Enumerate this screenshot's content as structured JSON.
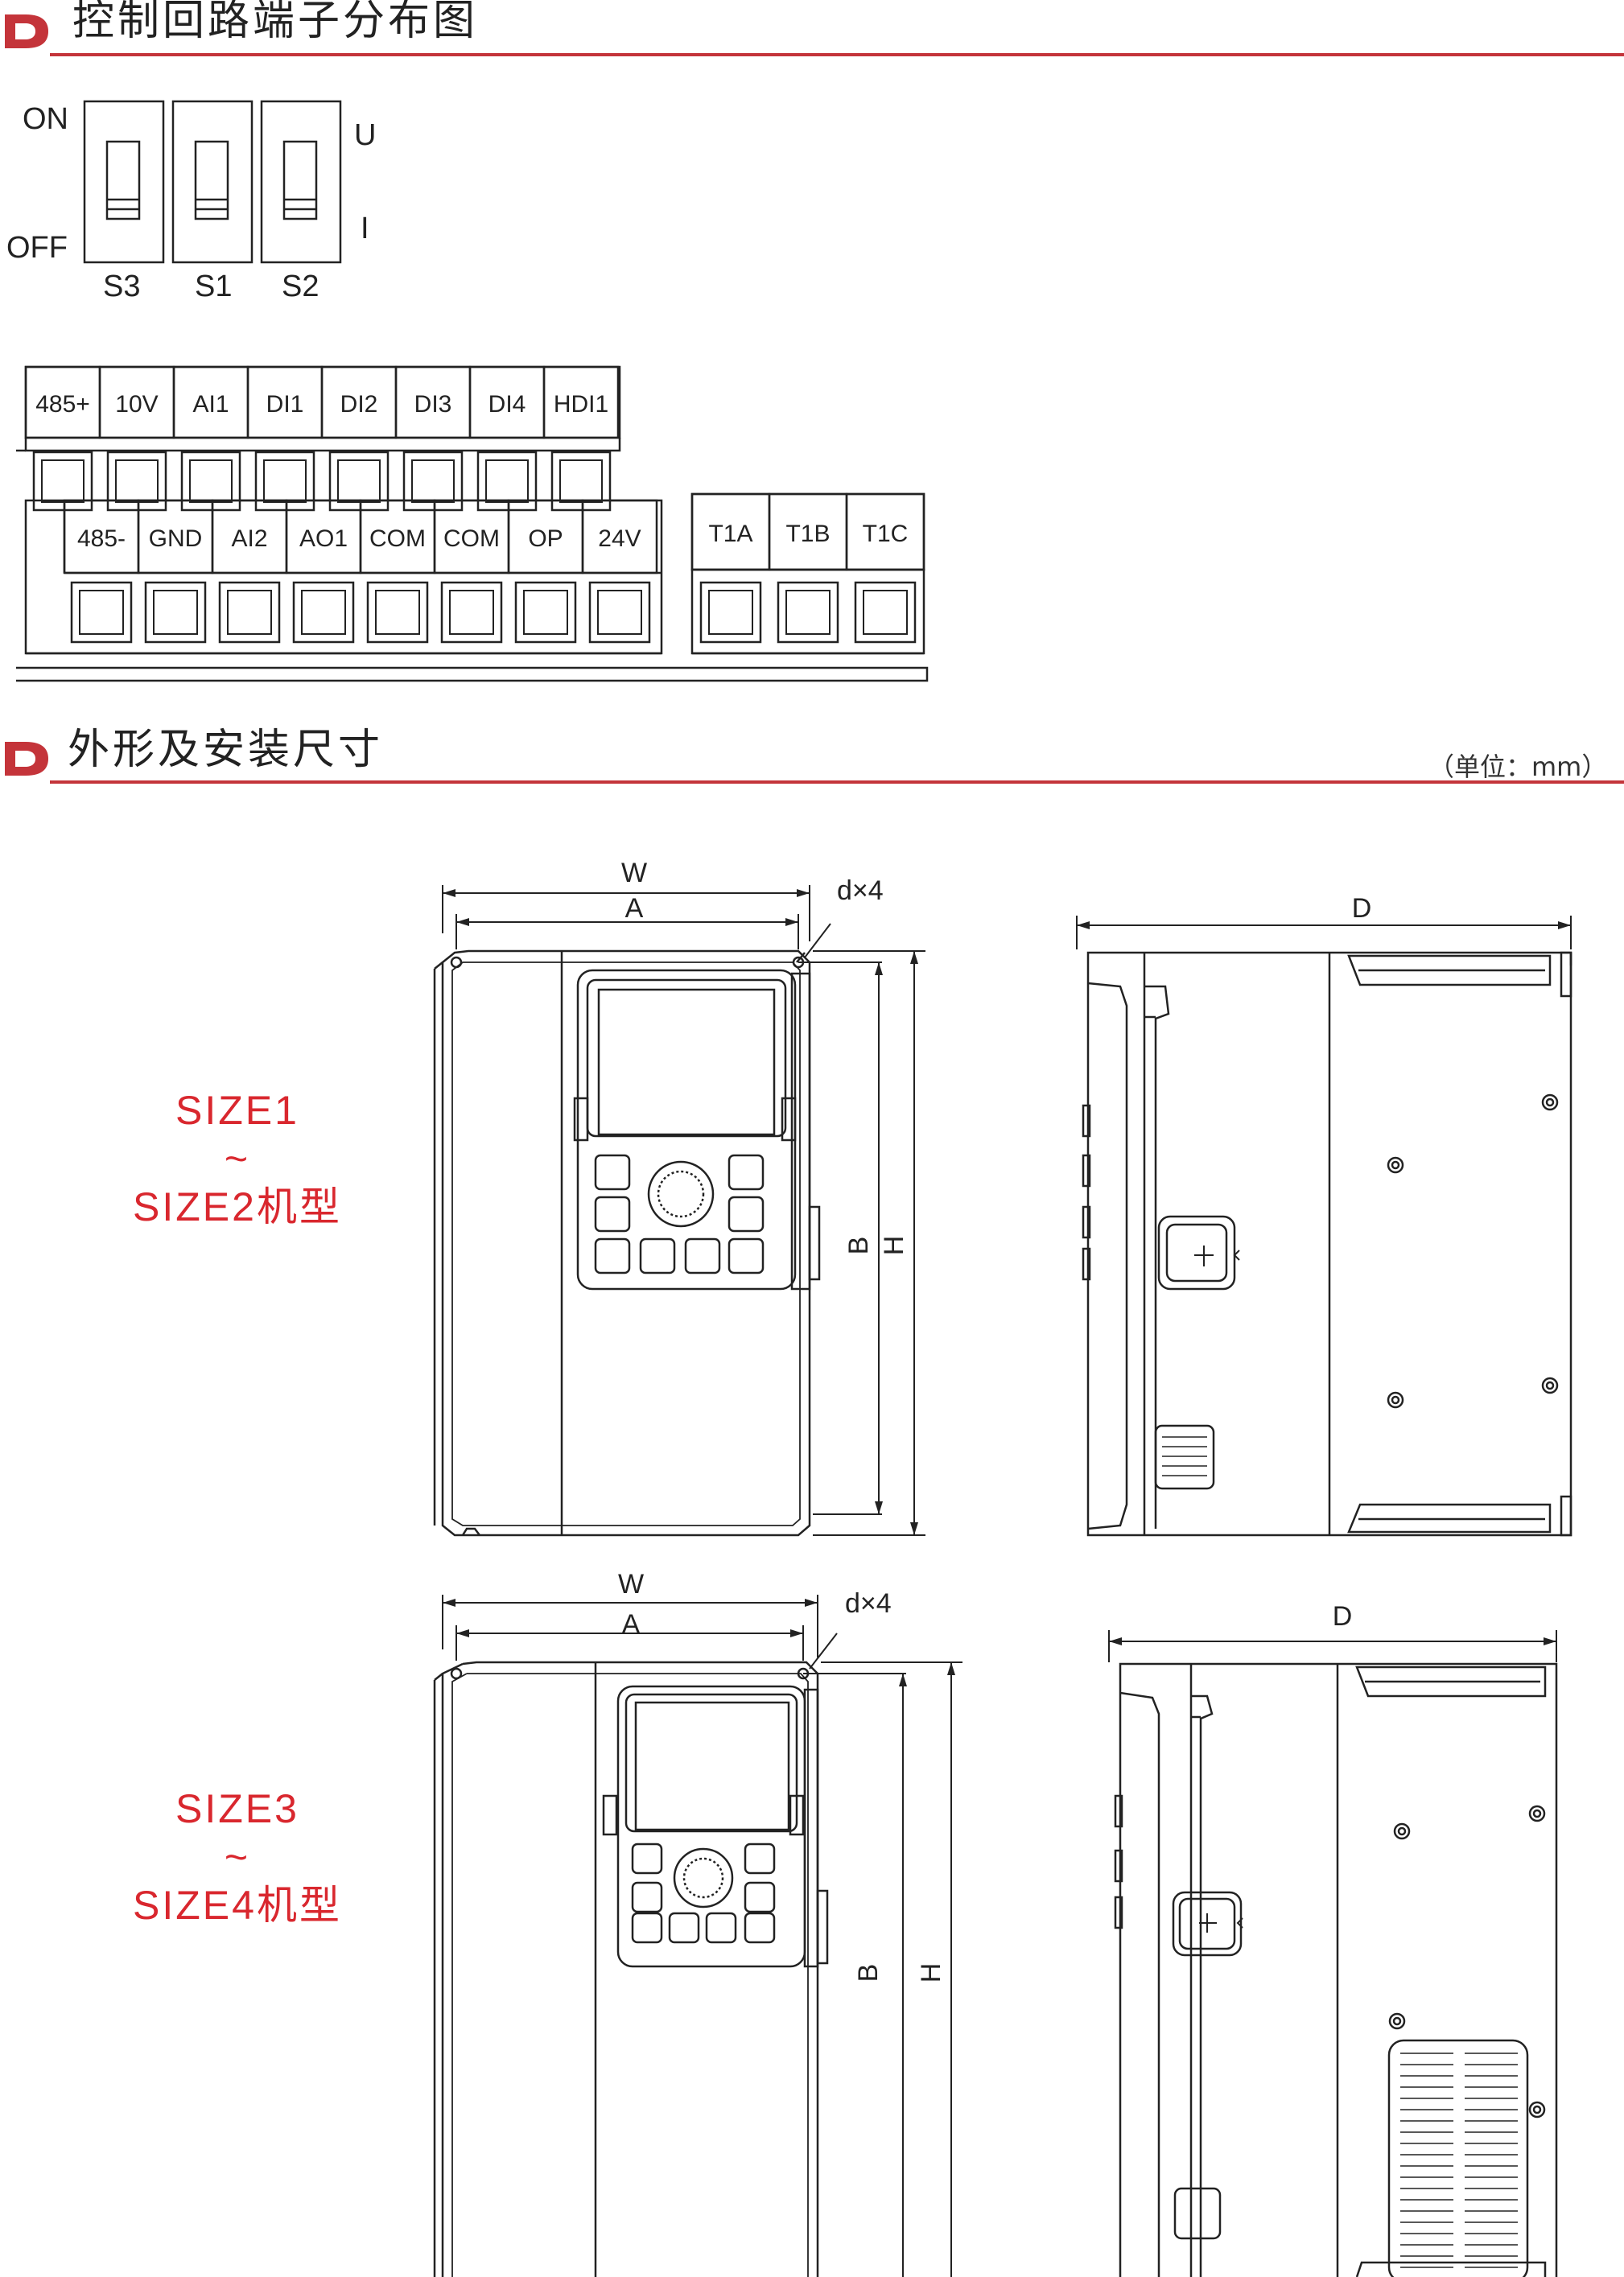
{
  "sections": [
    {
      "title": "控制回路端子分布图",
      "logo_letter": "D"
    },
    {
      "title": "外形及安装尺寸",
      "logo_letter": "D",
      "unit_note": "（单位：mm）"
    }
  ],
  "dip_switches": {
    "left_labels": [
      "ON",
      "OFF"
    ],
    "right_labels": [
      "U",
      "I"
    ],
    "switches": [
      "S3",
      "S1",
      "S2"
    ]
  },
  "terminals": {
    "top_row": [
      "485+",
      "10V",
      "AI1",
      "DI1",
      "DI2",
      "DI3",
      "DI4",
      "HDI1"
    ],
    "bottom_row": [
      "485-",
      "GND",
      "AI2",
      "AO1",
      "COM",
      "COM",
      "OP",
      "24V"
    ],
    "relay_row": [
      "T1A",
      "T1B",
      "T1C"
    ]
  },
  "dimension_labels": {
    "width": "W",
    "mount_width": "A",
    "hole": "d×4",
    "mount_height": "B",
    "height": "H",
    "depth": "D"
  },
  "models": [
    {
      "line1": "SIZE1",
      "tilde": "~",
      "line2": "SIZE2机型"
    },
    {
      "line1": "SIZE3",
      "tilde": "~",
      "line2": "SIZE4机型"
    }
  ],
  "colors": {
    "accent": "#c4343a",
    "label_red": "#d9272e",
    "line": "#222222"
  }
}
